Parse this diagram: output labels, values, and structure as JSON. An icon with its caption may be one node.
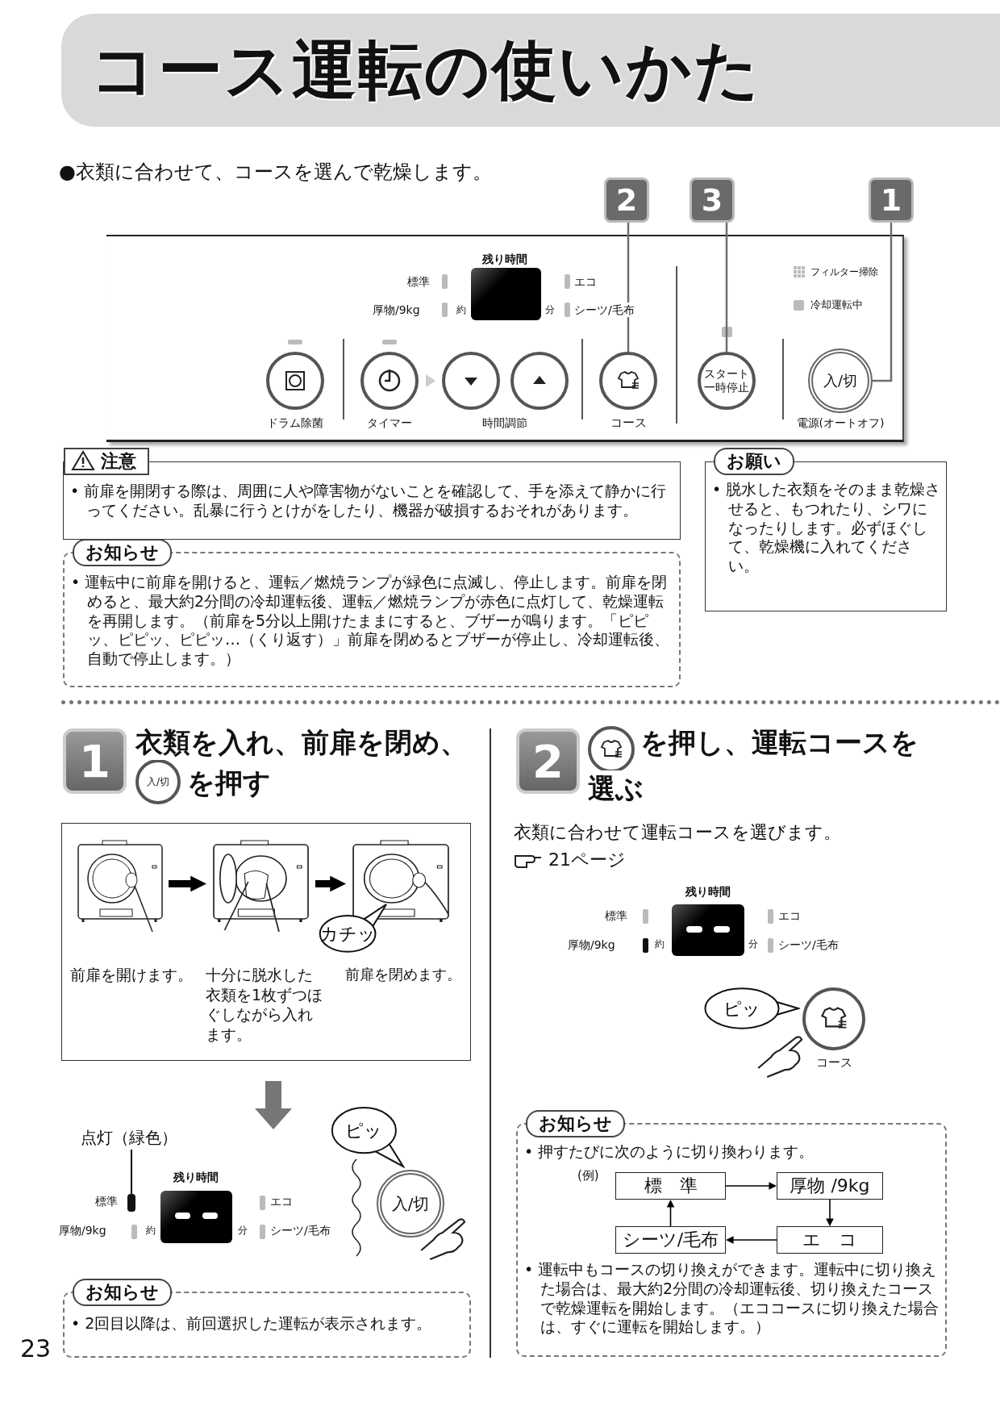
{
  "diagram": {
    "title": "コース運転の使いかた",
    "nodes": [
      {
        "text": [
          "2"
        ]
      },
      {
        "text": [
          "3"
        ]
      },
      {
        "text": [
          "1"
        ]
      },
      {
        "text": [],
        "shape": "circle",
        "beside": [
          "コース"
        ]
      },
      {
        "text": [
          "スタート一時停止"
        ]
      },
      {
        "text": [
          "入/切"
        ],
        "beside": [
          "電源(オートオフ)"
        ]
      },
      {
        "text": [
          "注意",
          "• 前扉を開閉する際は、周囲に人や障害物がないことを確認して、手を添えて静かに行ってください。乱暴に行うとけがをしたり、機器が破損するおそれがあります。"
        ]
      },
      {
        "text": [
          "お願い",
          "• 脱水した衣類をそのまま乾燥させると、もつれたり、シワになったりします。必ずほぐして、乾燥機に入れてください。"
        ]
      },
      {
        "text": [
          "お知らせ",
          "• 運転中に前扉を開けると、運転／燃焼ランプが緑色に点滅し、停止します。前扉を閉めると、最大約2分間の冷却運転後、運転／燃焼ランプが赤色に点灯して、乾燥運転を再開します。（前扉を5分以上開けたままにすると、ブザーが鳴ります。「ピピッ、ピピッ、ピピッ…（くり返す）」前扉を閉めるとブザーが停止し、冷却運転後、自動で停止します。）"
        ]
      },
      {
        "text": [
          "1"
        ]
      },
      {
        "text": [
          "入/切"
        ]
      },
      {
        "text": [
          "2"
        ]
      },
      {
        "text": [],
        "shape": "circle"
      },
      {
        "text": [],
        "shape": "box"
      },
      {
        "text": [],
        "shape": "picture",
        "in": 13
      },
      {
        "text": [],
        "shape": "picture",
        "in": 13
      },
      {
        "text": [],
        "shape": "picture",
        "in": 13
      },
      {
        "text": [
          "カチッ"
        ],
        "in": 13
      },
      {
        "text": [
          "点灯（緑色）"
        ]
      },
      {
        "text": [],
        "shape": "bar"
      },
      {
        "text": [
          "ピッ"
        ]
      },
      {
        "text": [
          "入/切"
        ]
      },
      {
        "text": [
          "お知らせ",
          "• 2回目以降は、前回選択した運転が表示されます。"
        ]
      },
      {
        "text": [
          "ピッ"
        ]
      },
      {
        "text": [
          "お知らせ",
          "• 押すたびに次のように切り換わります。",
          "• 運転中もコースの切り換えができます。運転中に切り換えた場合は、最大約2分間の冷却運転後、切り換えたコースで乾燥運転を開始します。（エココースに切り換えた場合は、すぐに運転を開始します。）"
        ]
      },
      {
        "text": [
          "標　準"
        ],
        "in": 24
      },
      {
        "text": [
          "厚物 /9kg"
        ],
        "in": 24
      },
      {
        "text": [
          "エ　コ"
        ],
        "in": 24
      },
      {
        "text": [
          "シーツ/毛布"
        ],
        "in": 24
      },
      {
        "text": [],
        "shape": "box"
      },
      {
        "text": [],
        "shape": "circle"
      },
      {
        "text": [],
        "shape": "circle"
      },
      {
        "text": [],
        "shape": "circle"
      },
      {
        "text": [],
        "shape": "circle"
      },
      {
        "text": [],
        "shape": "box"
      },
      {
        "text": [],
        "shape": "circle"
      },
      {
        "text": [],
        "shape": "box"
      }
    ],
    "edges": [
      {
        "from": 0,
        "to": 3,
        "arrow": "none",
        "color": "#6e6e6e"
      },
      {
        "from": 1,
        "to": 4,
        "arrow": "none",
        "color": "#6e6e6e"
      },
      {
        "from": 2,
        "to": 5,
        "arrow": "none",
        "color": "#6e6e6e"
      },
      {
        "from": 14,
        "to": 15,
        "arrow": "to",
        "style": "thick"
      },
      {
        "from": 15,
        "to": 16,
        "arrow": "to",
        "style": "thick"
      },
      {
        "from": 18,
        "to": 19,
        "arrow": "none"
      },
      {
        "from": 25,
        "to": 26,
        "arrow": "to"
      },
      {
        "from": 26,
        "to": 27,
        "arrow": "to"
      },
      {
        "from": 27,
        "to": 28,
        "arrow": "to"
      },
      {
        "from": 28,
        "to": 25,
        "arrow": "to"
      }
    ],
    "labels": [
      "●衣類に合わせて、コースを選んで乾燥します。",
      "残り時間",
      "標準",
      "エコ",
      "フィルター掃除",
      "厚物/9kg",
      "約",
      "分",
      "シーツ/毛布",
      "冷却運転中",
      "ドラム除菌",
      "タイマー",
      "時間調節",
      "衣類を入れ、前扉を閉め、",
      "を押す",
      "を押し、運転コースを",
      "選ぶ",
      "前扉を開けます。",
      "十分に脱水した衣類を1枚ずつほぐしながら入れます。",
      "前扉を閉めます。",
      "衣類に合わせて運転コースを選びます。",
      "21ページ",
      "残り時間",
      "標準",
      "エコ",
      "厚物/9kg",
      "約",
      "分",
      "シーツ/毛布",
      "コース",
      "残り時間",
      "標準",
      "エコ",
      "厚物/9kg",
      "約",
      "分",
      "シーツ/毛布",
      "(例)",
      "23"
    ]
  }
}
